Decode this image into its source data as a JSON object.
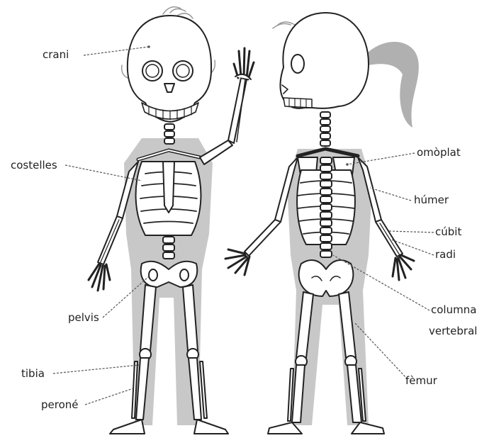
{
  "labels": {
    "crani": "crani",
    "costelles": "costelles",
    "pelvis": "pelvis",
    "tibia": "tibia",
    "perone": "peroné",
    "omoplat": "omòplat",
    "humer": "húmer",
    "cubit": "cúbit",
    "radi": "radi",
    "columna_line1": "columna",
    "columna_line2": "vertebral",
    "femur": "fèmur"
  },
  "colors": {
    "ink": "#222222",
    "bone": "#ffffff",
    "shadow": "#c8c8c8",
    "hair": "#b0b0b0",
    "leader": "#555555"
  }
}
